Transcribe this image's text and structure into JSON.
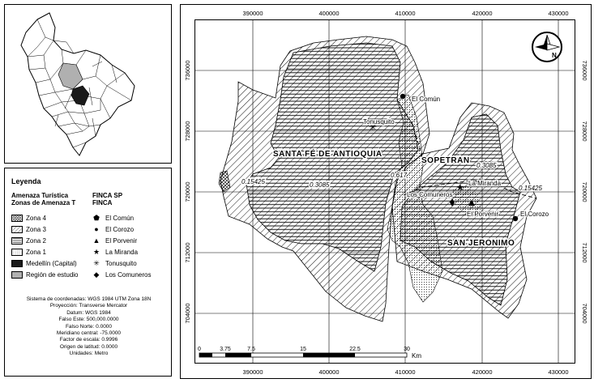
{
  "legend": {
    "title": "Leyenda",
    "threat_header": [
      "Amenaza Turística",
      "Zonas de Amenaza T"
    ],
    "farm_header": [
      "FINCA SP",
      "FINCA"
    ],
    "zones": [
      {
        "label": "Zona 4",
        "pattern": "crosshatch"
      },
      {
        "label": "Zona 3",
        "pattern": "diagonal"
      },
      {
        "label": "Zona 2",
        "pattern": "horizontal"
      },
      {
        "label": "Zona 1",
        "pattern": "dots"
      },
      {
        "label": "Medellín (Capital)",
        "pattern": "solid-black"
      },
      {
        "label": "Región de estudio",
        "pattern": "solid-gray"
      }
    ],
    "farms": [
      {
        "label": "El Común",
        "symbol": "pentagon"
      },
      {
        "label": "El Corozo",
        "symbol": "circle"
      },
      {
        "label": "El Porvenir",
        "symbol": "triangle"
      },
      {
        "label": "La Miranda",
        "symbol": "star"
      },
      {
        "label": "Tonusquito",
        "symbol": "asterisk"
      },
      {
        "label": "Los Comuneros",
        "symbol": "diamond"
      }
    ],
    "metadata": [
      "Sistema de coordenadas: WGS 1984 UTM Zona 18N",
      "Proyección: Transverse Mercator",
      "Datum: WGS 1984",
      "Falso Este: 500,000.0000",
      "Falso Norte: 0.0000",
      "Meridiano central: -75.0000",
      "Factor de escala: 0.9996",
      "Origen de latitud: 0.0000",
      "Unidades: Metro"
    ]
  },
  "map": {
    "x_ticks": [
      "390000",
      "400000",
      "410000",
      "420000",
      "430000"
    ],
    "y_ticks": [
      "736000",
      "728000",
      "720000",
      "712000",
      "704000"
    ],
    "north_label": "N",
    "municipalities": [
      "SANTA FÉ DE ANTIOQUIA",
      "SOPETRAN",
      "SAN JERONIMO"
    ],
    "contour_values": [
      "0.15425",
      "0.3085",
      "0.617",
      "0.3085",
      "0.15425"
    ],
    "farm_labels": [
      "El Común",
      "Tonusquito",
      "La Miranda",
      "Los Comuneros",
      "El Porvenir",
      "El Corozo"
    ],
    "scale_ticks": [
      "0",
      "3.75",
      "7.5",
      "15",
      "22.5",
      "30"
    ],
    "scale_unit": "Km"
  }
}
